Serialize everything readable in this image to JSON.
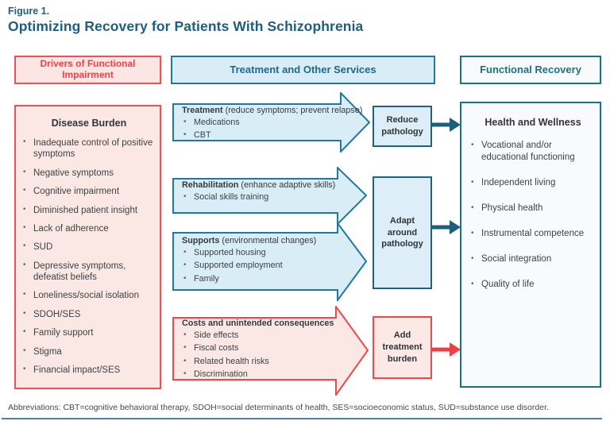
{
  "figure": {
    "label": "Figure 1.",
    "title": "Optimizing Recovery for Patients With Schizophrenia"
  },
  "columns": {
    "drivers": {
      "header": "Drivers of Functional Impairment",
      "box_title": "Disease Burden",
      "items": [
        "Inadequate control of positive symptoms",
        "Negative symptoms",
        "Cognitive impairment",
        "Diminished patient insight",
        "Lack of adherence",
        "SUD",
        "Depressive symptoms, defeatist beliefs",
        "Loneliness/social isolation",
        "SDOH/SES",
        "Family support",
        "Stigma",
        "Financial impact/SES"
      ]
    },
    "treatment": {
      "header": "Treatment and Other Services",
      "arrows": [
        {
          "title": "Treatment",
          "subtitle": "(reduce symptoms; prevent relapse)",
          "items": [
            "Medications",
            "CBT"
          ]
        },
        {
          "title": "Rehabilitation",
          "subtitle": "(enhance adaptive skills)",
          "items": [
            "Social skills training"
          ]
        },
        {
          "title": "Supports",
          "subtitle": "(environmental changes)",
          "items": [
            "Supported housing",
            "Supported employment",
            "Family"
          ]
        },
        {
          "title": "Costs and unintended consequences",
          "subtitle": "",
          "items": [
            "Side effects",
            "Fiscal costs",
            "Related health risks",
            "Discrimination"
          ]
        }
      ],
      "outcomes": [
        "Reduce pathology",
        "Adapt around pathology",
        "Add treatment burden"
      ]
    },
    "recovery": {
      "header": "Functional Recovery",
      "box_title": "Health and Wellness",
      "items": [
        "Vocational and/or educational functioning",
        "Independent living",
        "Physical health",
        "Instrumental competence",
        "Social integration",
        "Quality of life"
      ]
    }
  },
  "footnote": "Abbreviations: CBT=cognitive behavioral therapy, SDOH=social determinants of health, SES=socioeconomic status, SUD=substance use disorder.",
  "colors": {
    "title_teal": "#1e5f7f",
    "red_accent": "#f0494e",
    "pink_fill": "#fbe8e4",
    "blue_border": "#2278a4",
    "blue_fill": "#d9edf7",
    "dark_blue_text": "#1d6893",
    "teal_border": "#177484",
    "connector_teal": "#1b5f7a",
    "connector_red": "#ef4048",
    "rule_blue": "#4d83a5"
  }
}
